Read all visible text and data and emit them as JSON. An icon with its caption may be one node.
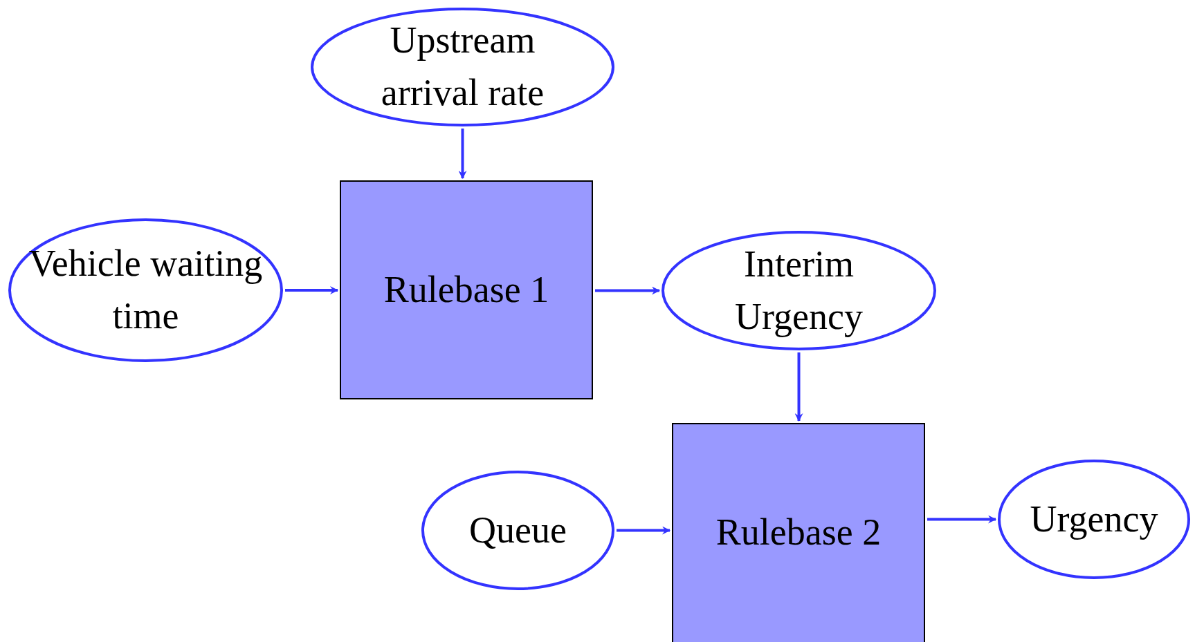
{
  "diagram": {
    "nodes": [
      {
        "text": [
          "Upstream arrival rate"
        ]
      },
      {
        "text": [
          "Vehicle waiting time"
        ]
      },
      {
        "text": [
          "Rulebase 1"
        ]
      },
      {
        "text": [
          "Interim Urgency"
        ]
      },
      {
        "text": [
          "Queue"
        ]
      },
      {
        "text": [
          "Rulebase 2"
        ]
      },
      {
        "text": [
          "Urgency"
        ]
      }
    ],
    "edges": [
      {
        "from": 0,
        "to": 2,
        "arrow": "to"
      },
      {
        "from": 1,
        "to": 2,
        "arrow": "to"
      },
      {
        "from": 2,
        "to": 3,
        "arrow": "to"
      },
      {
        "from": 3,
        "to": 5,
        "arrow": "to"
      },
      {
        "from": 4,
        "to": 5,
        "arrow": "to"
      },
      {
        "from": 5,
        "to": 6,
        "arrow": "to"
      }
    ]
  }
}
